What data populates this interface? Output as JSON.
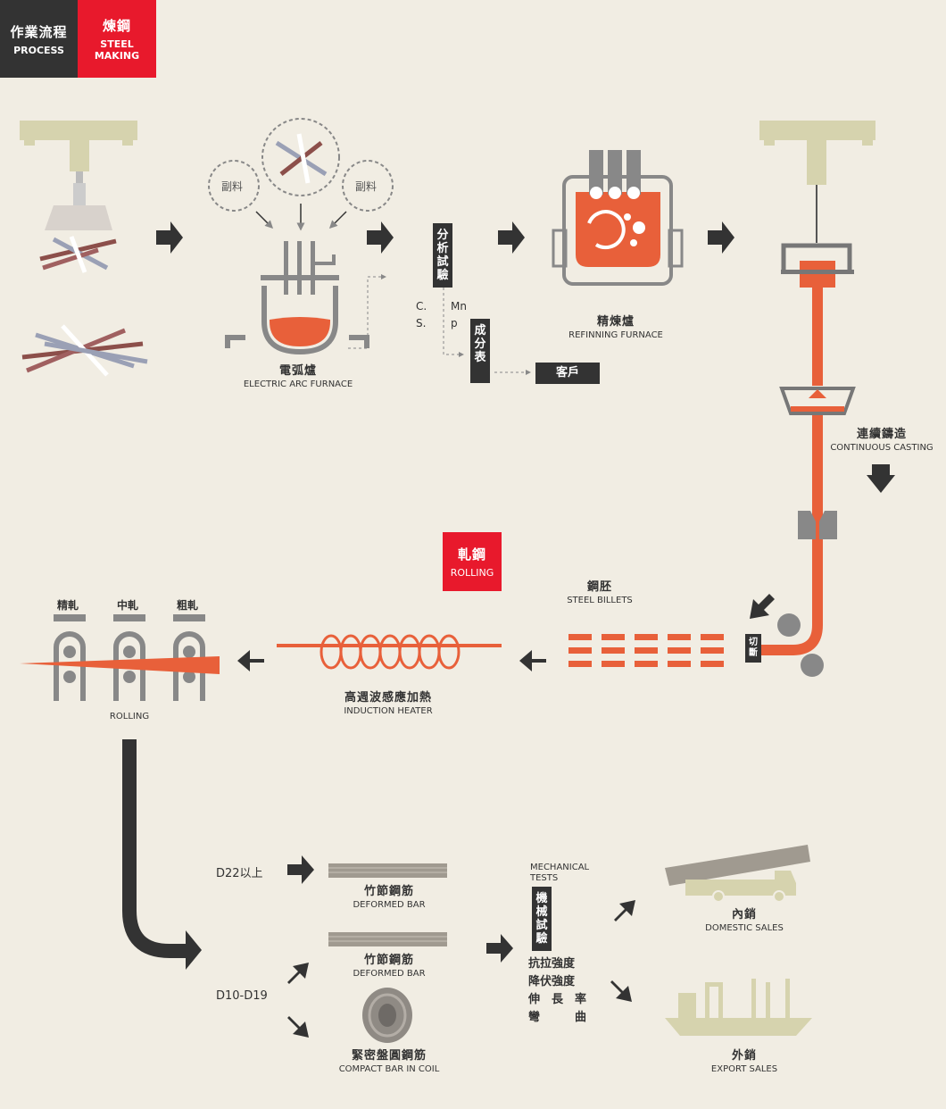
{
  "tabs": [
    {
      "zh": "作業流程",
      "en": "PROCESS"
    },
    {
      "zh": "煉鋼",
      "en": "STEEL MAKING"
    }
  ],
  "colors": {
    "background": "#f1ede3",
    "orange": "#e8603a",
    "dark": "#333333",
    "red": "#e8192c",
    "olive": "#d6d3ae"
  },
  "steelmaking": {
    "additive_left": "副料",
    "additive_right": "副料",
    "eaf": {
      "zh": "電弧爐",
      "en": "ELECTRIC ARC FURNACE"
    },
    "analysis": "分析試驗",
    "elements": [
      "C.",
      "S.",
      "Mn",
      "p"
    ],
    "composition_sheet": "成分表",
    "customer": "客戶",
    "refining": {
      "zh": "精煉爐",
      "en": "REFINNING FURNACE"
    },
    "casting": {
      "zh": "連續鑄造",
      "en": "CONTINUOUS CASTING"
    },
    "cut": "切斷",
    "billets": {
      "zh": "鋼胚",
      "en": "STEEL BILLETS"
    }
  },
  "rolling_badge": {
    "zh": "軋鋼",
    "en": "ROLLING"
  },
  "rolling": {
    "stands": [
      "精軋",
      "中軋",
      "粗軋"
    ],
    "label": "ROLLING",
    "heater": {
      "zh": "高週波感應加熱",
      "en": "INDUCTION HEATER"
    }
  },
  "products": {
    "size_large": "D22以上",
    "size_small": "D10-D19",
    "deformed_bar_1": {
      "zh": "竹節鋼筋",
      "en": "DEFORMED BAR"
    },
    "deformed_bar_2": {
      "zh": "竹節鋼筋",
      "en": "DEFORMED BAR"
    },
    "coil": {
      "zh": "緊密盤圓鋼筋",
      "en": "COMPACT BAR IN COIL"
    },
    "mech_title": "MECHANICAL TESTS",
    "mech_box": "機械試驗",
    "tests": [
      "抗拉強度",
      "降伏強度",
      "伸　長　率",
      "彎　　　曲"
    ],
    "domestic": {
      "zh": "內銷",
      "en": "DOMESTIC SALES"
    },
    "export": {
      "zh": "外銷",
      "en": "EXPORT SALES"
    }
  }
}
